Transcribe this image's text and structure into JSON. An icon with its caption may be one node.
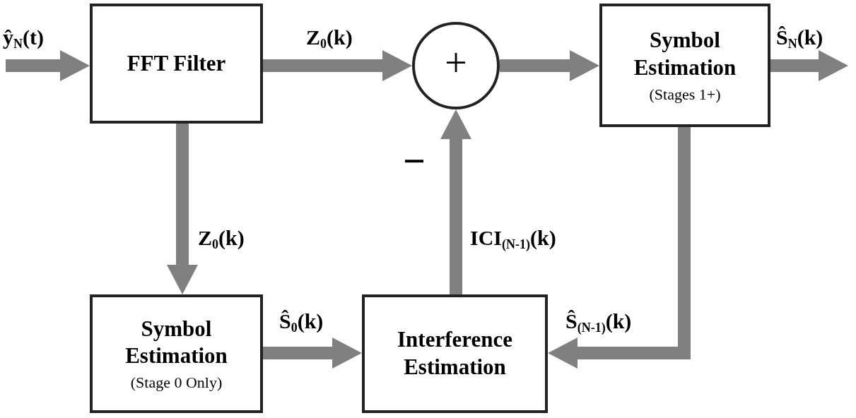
{
  "diagram": {
    "nodes": [
      {
        "text": [
          "FFT Filter"
        ]
      },
      {
        "text": [
          "+"
        ]
      },
      {
        "text": [
          "Symbol Estimation",
          "(Stages 1+)"
        ]
      },
      {
        "text": [
          "Symbol Estimation",
          "(Stage 0 Only)"
        ]
      },
      {
        "text": [
          "Interference Estimation"
        ]
      }
    ],
    "edges": [
      {
        "from": null,
        "to": 0,
        "arrow": "to",
        "label": "ŷ$_{N}$(t)"
      },
      {
        "from": 0,
        "to": 1,
        "arrow": "to",
        "label": "Z$_{0}$(k)"
      },
      {
        "from": 1,
        "to": 2,
        "arrow": "to"
      },
      {
        "from": 2,
        "to": null,
        "arrow": "to",
        "label": "Ŝ$_{N}$(k)"
      },
      {
        "from": 0,
        "to": 3,
        "arrow": "to",
        "label": "Z$_{0}$(k)"
      },
      {
        "from": 3,
        "to": 4,
        "arrow": "to",
        "label": "Ŝ$_{0}$(k)"
      },
      {
        "from": 2,
        "to": 4,
        "arrow": "to",
        "label": "Ŝ$_{(N-1)}$(k)"
      },
      {
        "from": 4,
        "to": 1,
        "arrow": "to",
        "label": "ICI$_{(N-1)}$(k)"
      }
    ],
    "labels": [
      "−"
    ]
  }
}
